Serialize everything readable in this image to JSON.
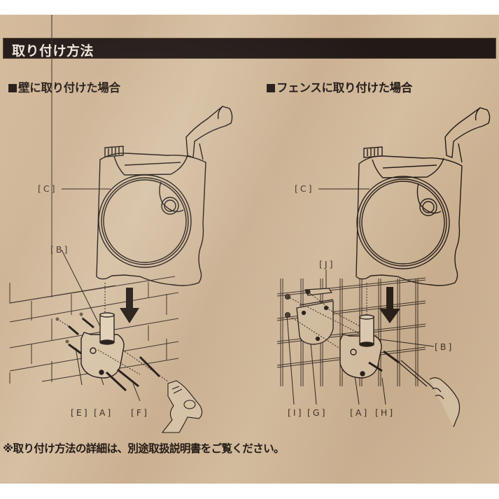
{
  "header": {
    "title": "取り付け方法",
    "bar_color": "#221a17",
    "text_color": "#efe6da"
  },
  "sections": [
    {
      "heading_marker": "■",
      "heading": "壁に取り付けた場合",
      "labels": {
        "C": "[C]",
        "B": "[B]",
        "E": "[E]",
        "A": "[A]",
        "F": "[F]"
      },
      "illustration": {
        "icons": [
          "hose-reel-icon",
          "wall-bracket-icon",
          "brick-wall-icon",
          "screw-icon",
          "down-arrow-icon",
          "power-drill-icon"
        ]
      }
    },
    {
      "heading_marker": "■",
      "heading": "フェンスに取り付けた場合",
      "labels": {
        "C": "[C]",
        "J": "[J]",
        "B": "[B]",
        "I": "[I]",
        "G": "[G]",
        "A": "[A]",
        "H": "[H]"
      },
      "illustration": {
        "icons": [
          "hose-reel-icon",
          "fence-bracket-icon",
          "mesh-fence-icon",
          "plate-icon",
          "screw-icon",
          "down-arrow-icon",
          "screwdriver-icon"
        ]
      }
    }
  ],
  "footnote": "※取り付け方法の詳細は、別途取扱説明書をご覧ください。",
  "colors": {
    "background": "#d2b99a",
    "ink": "#231a15"
  }
}
